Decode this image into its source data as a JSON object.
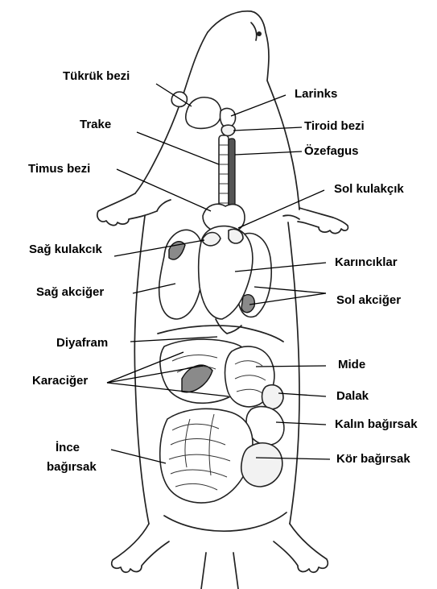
{
  "labels": {
    "tukruk_bezi": "Tükrük bezi",
    "larinks": "Larinks",
    "trake": "Trake",
    "tiroid_bezi": "Tiroid bezi",
    "ozefagus": "Özefagus",
    "timus_bezi": "Timus bezi",
    "sol_kulakcik": "Sol kulakçık",
    "sag_kulakcik": "Sağ kulakcık",
    "karinciklar": "Karıncıklar",
    "sag_akciger": "Sağ akciğer",
    "sol_akciger": "Sol akciğer",
    "diyafram": "Diyafram",
    "mide": "Mide",
    "karaciger": "Karaciğer",
    "dalak": "Dalak",
    "kalin_bagirsak": "Kalın bağırsak",
    "ince_bagirsak_line1": "İnce",
    "ince_bagirsak_line2": "bağırsak",
    "kor_bagirsak": "Kör bağırsak"
  }
}
